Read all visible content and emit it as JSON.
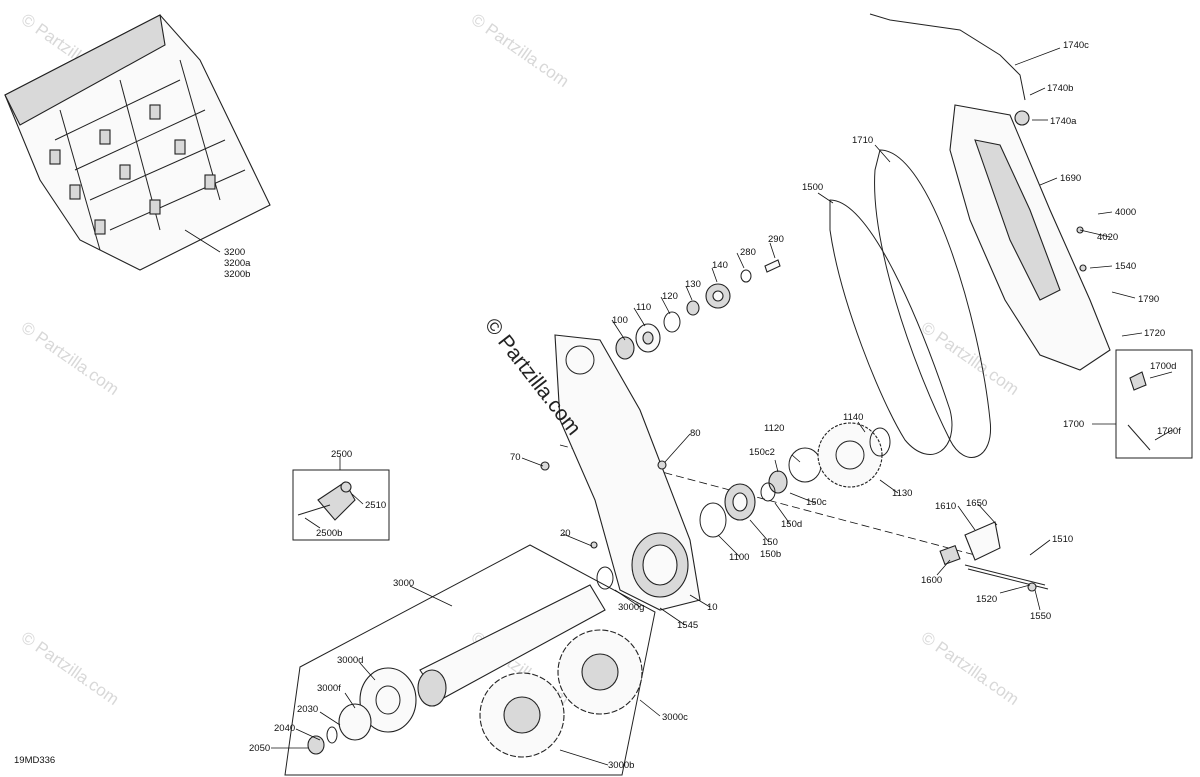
{
  "diagram_code": "19MD336",
  "watermark_text": "© Partzilla.com",
  "center_watermark": "© Partzilla.com",
  "callouts": {
    "c10": "10",
    "c20": "20",
    "c70": "70",
    "c80": "80",
    "c100": "100",
    "c110": "110",
    "c120": "120",
    "c130": "130",
    "c140": "140",
    "c150": "150",
    "c150b": "150b",
    "c150c": "150c",
    "c150c2": "150c2",
    "c150d": "150d",
    "c280": "280",
    "c290": "290",
    "c1100": "1100",
    "c1120": "1120",
    "c1130": "1130",
    "c1140": "1140",
    "c1500": "1500",
    "c1510": "1510",
    "c1520": "1520",
    "c1540": "1540",
    "c1545": "1545",
    "c1550": "1550",
    "c1600": "1600",
    "c1610": "1610",
    "c1650": "1650",
    "c1690": "1690",
    "c1700": "1700",
    "c1700d": "1700d",
    "c1700f": "1700f",
    "c1710": "1710",
    "c1720": "1720",
    "c1740a": "1740a",
    "c1740b": "1740b",
    "c1740c": "1740c",
    "c1790": "1790",
    "c2030": "2030",
    "c2040": "2040",
    "c2050": "2050",
    "c2500": "2500",
    "c2500b": "2500b",
    "c2510": "2510",
    "c3000": "3000",
    "c3000b": "3000b",
    "c3000c": "3000c",
    "c3000d": "3000d",
    "c3000f": "3000f",
    "c3000g": "3000g",
    "c3200": "3200",
    "c3200a": "3200a",
    "c3200b": "3200b",
    "c4000": "4000",
    "c4020": "4020"
  }
}
